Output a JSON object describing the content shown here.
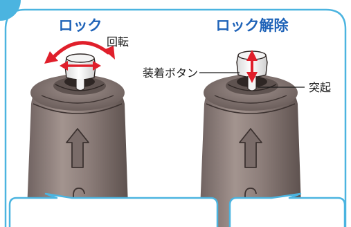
{
  "panel_left": {
    "title": "ロック",
    "rotate_label": "回転"
  },
  "panel_right": {
    "title": "ロック解除",
    "button_label": "装着ボタン",
    "protrusion_label": "突起"
  },
  "colors": {
    "frame": "#4bb4e0",
    "title": "#1f63b8",
    "arrow_red": "#e01f2b",
    "device_body": "#8c7c78",
    "device_dark": "#3c3230",
    "cap_white": "#f4f4f4"
  }
}
